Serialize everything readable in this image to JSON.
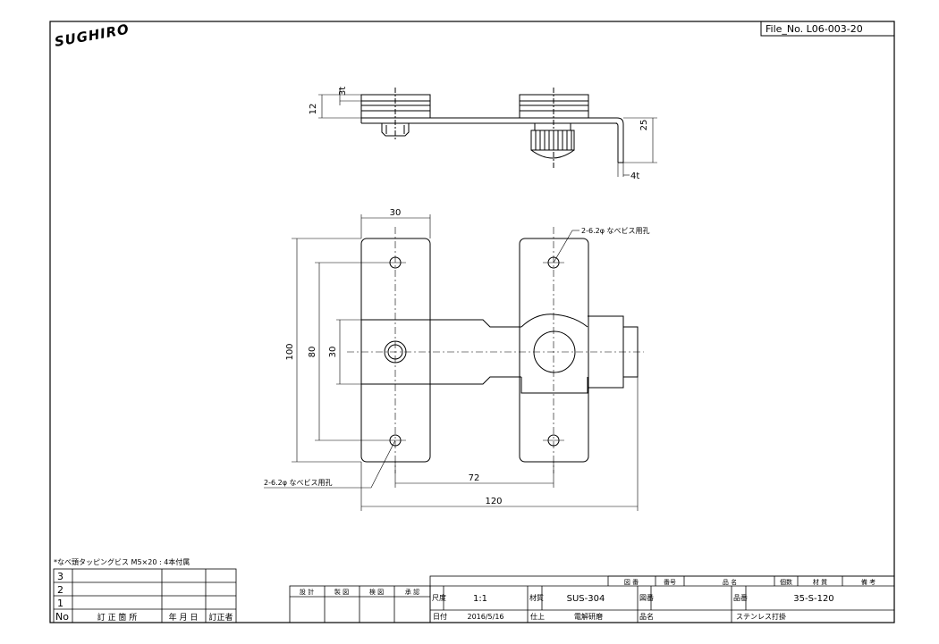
{
  "file_no": "File_No. L06-003-20",
  "logo_text": "SUGHIRO",
  "note": "*なべ頭タッピングビス M5×20 : 4本付属",
  "dimensions": {
    "thickness_3t": "3t",
    "height_12": "12",
    "height_25": "25",
    "thickness_4t": "4t",
    "width_30": "30",
    "hole_note_top": "2-6.2φ なべビス用孔",
    "hole_note_bottom": "2-6.2φ なべビス用孔",
    "height_100": "100",
    "height_80": "80",
    "height_30": "30",
    "pitch_72": "72",
    "length_120": "120"
  },
  "revision_table": {
    "rows": [
      "3",
      "2",
      "1"
    ],
    "headers": [
      "No",
      "訂 正 箇 所",
      "年 月 日",
      "訂正者"
    ]
  },
  "approval": {
    "labels": [
      "設 計",
      "製 図",
      "検 図",
      "承 認"
    ]
  },
  "title_block": {
    "top_headers": [
      "図 番",
      "番号",
      "品 名",
      "個数",
      "材 質",
      "備 考"
    ],
    "scale_label": "尺度",
    "scale_value": "1:1",
    "material_label": "材質",
    "material_value": "SUS-304",
    "drawing_no_label": "図番",
    "product_no_label": "品番",
    "product_no_value": "35-S-120",
    "date_label": "日付",
    "date_value": "2016/5/16",
    "finish_label": "仕上",
    "finish_value": "電解研磨",
    "product_name_label": "品名",
    "product_name_value": "ステンレス打掛"
  }
}
